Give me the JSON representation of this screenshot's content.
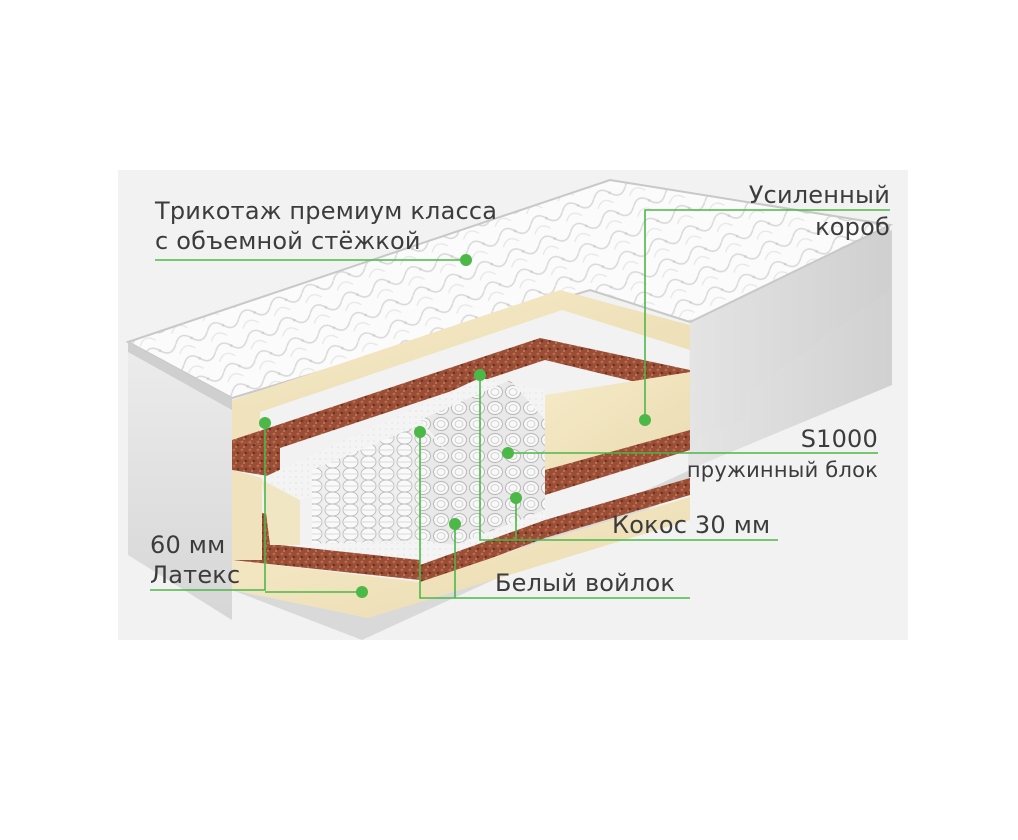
{
  "accent_color": "#4cb848",
  "callouts": {
    "knit": {
      "line1": "Трикотаж премиум класса",
      "line2": "с объемной стёжкой"
    },
    "box": {
      "line1": "Усиленный",
      "line2": "короб"
    },
    "spring": {
      "line1": "S1000",
      "line2": "пружинный блок"
    },
    "coco": {
      "line1": "Кокос 30 мм"
    },
    "felt": {
      "line1": "Белый войлок"
    },
    "latex": {
      "line1": "60 мм",
      "line2": "Латекс"
    }
  }
}
